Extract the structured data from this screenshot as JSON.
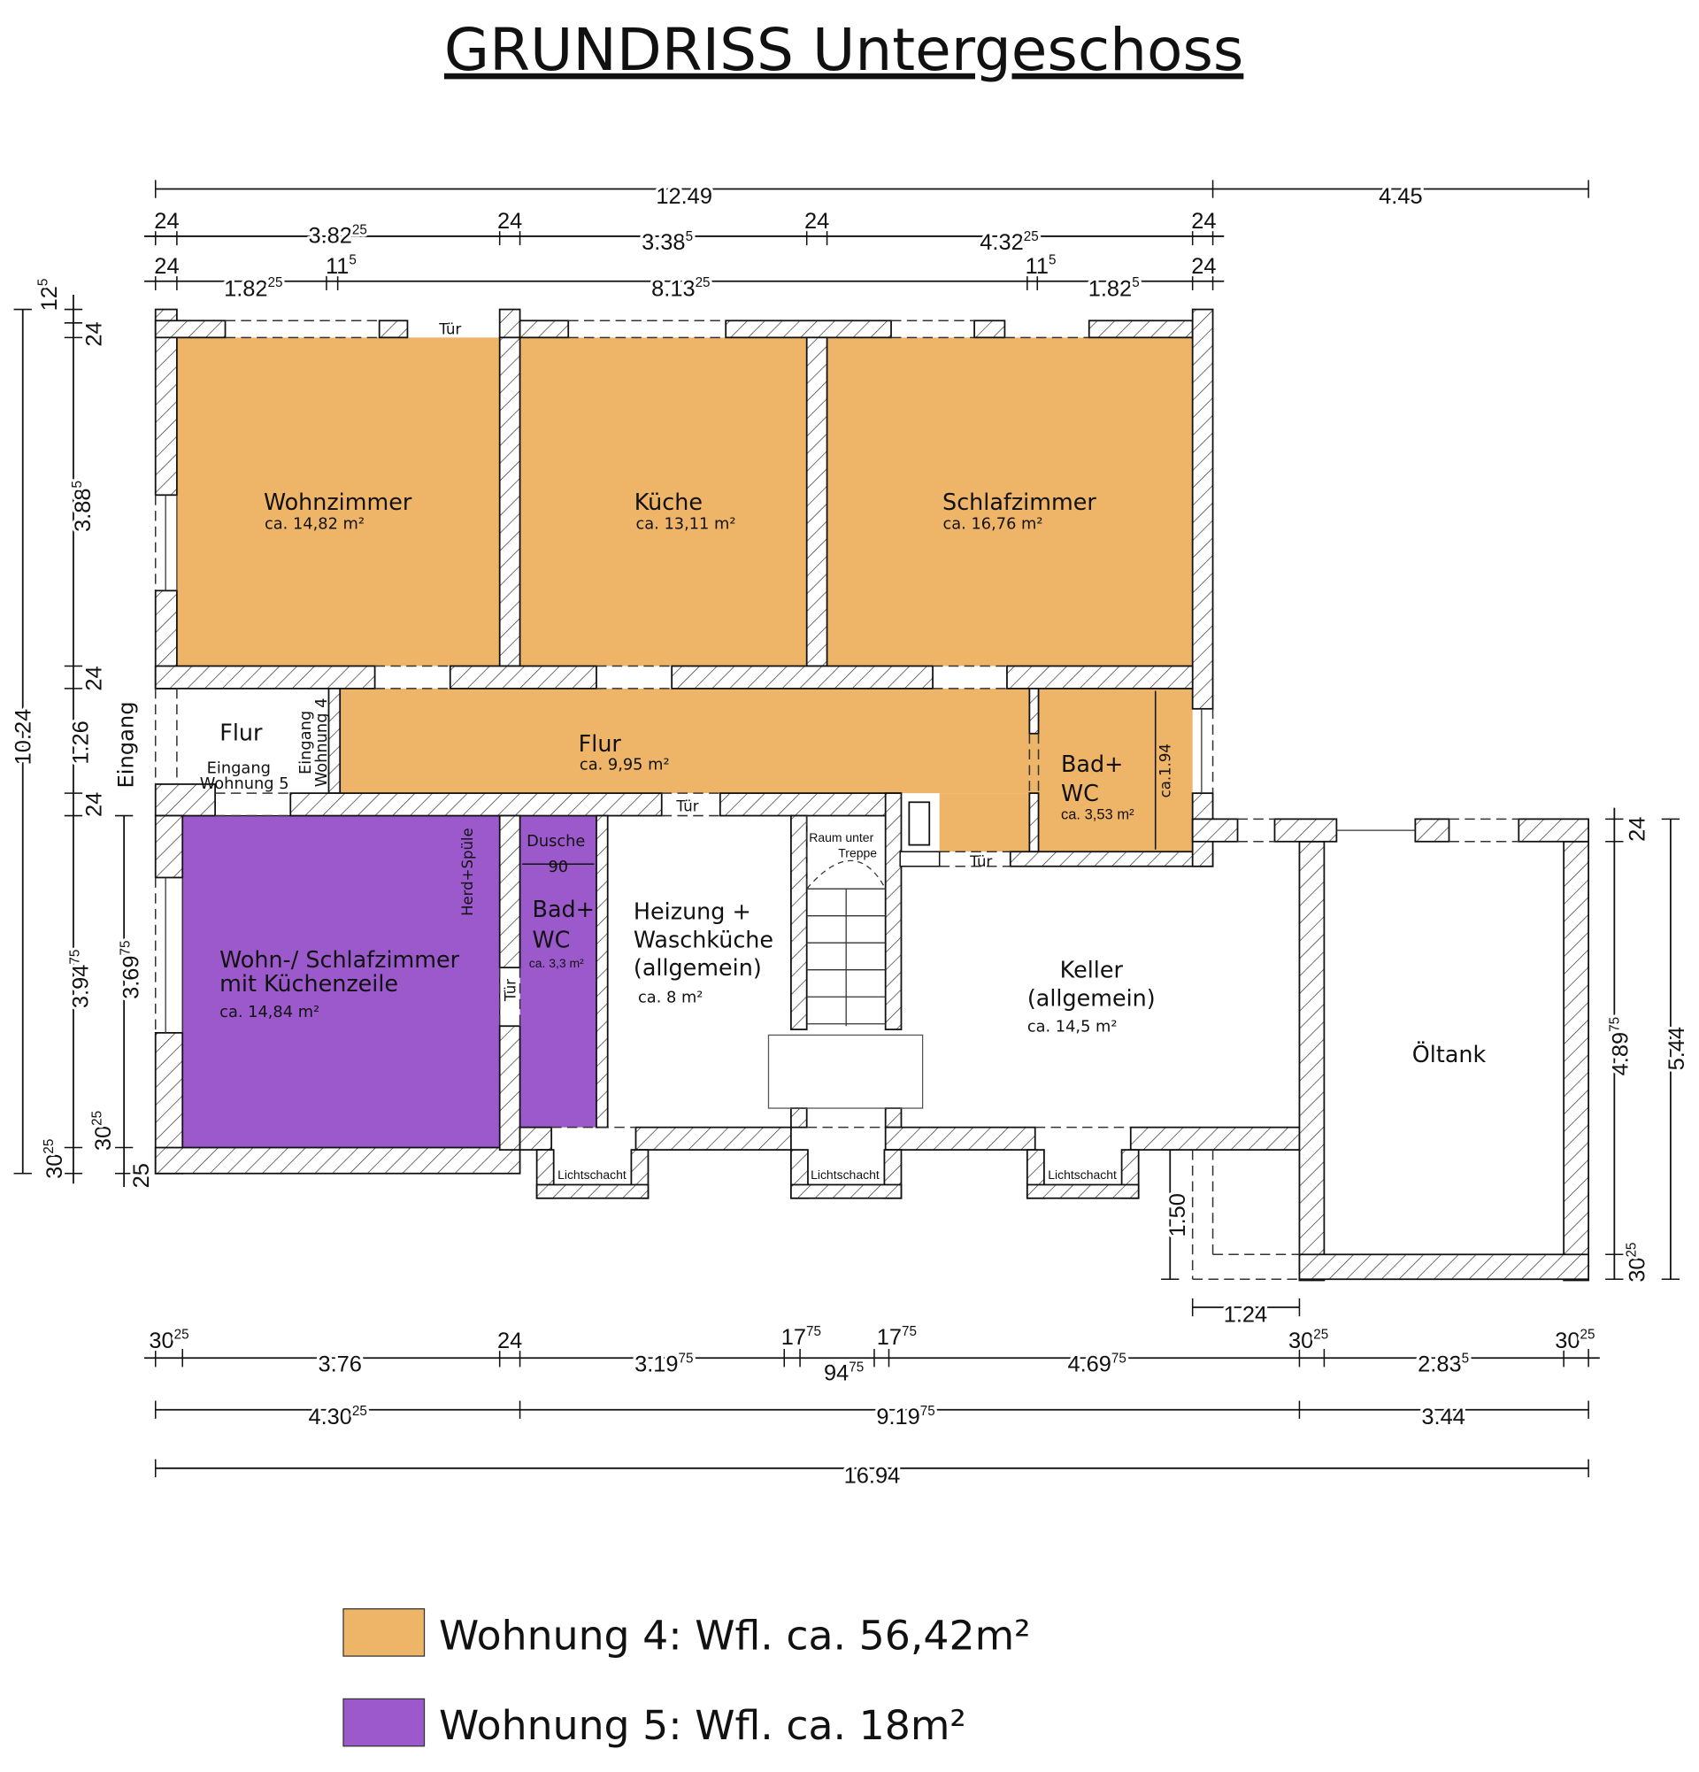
{
  "title": "GRUNDRISS Untergeschoss",
  "colors": {
    "wohnung4": "#EEB467",
    "wohnung5": "#9B59CC",
    "wall_line": "#111111"
  },
  "rooms": {
    "wohnzimmer": {
      "name": "Wohnzimmer",
      "area": "ca. 14,82 m²"
    },
    "kueche": {
      "name": "Küche",
      "area": "ca. 13,11 m²"
    },
    "schlafzimmer": {
      "name": "Schlafzimmer",
      "area": "ca. 16,76 m²"
    },
    "flur5": {
      "name": "Flur",
      "line1": "Eingang",
      "line2": "Wohnung 5"
    },
    "eingang4": {
      "line1": "Eingang",
      "line2": "Wohnung 4"
    },
    "flur4": {
      "name": "Flur",
      "area": "ca. 9,95 m²"
    },
    "bad4": {
      "line1": "Bad+",
      "line2": "WC",
      "area": "ca. 3,53 m²",
      "dim": "ca.1.94"
    },
    "wohn5": {
      "line1": "Wohn-/ Schlafzimmer",
      "line2": "mit Küchenzeile",
      "area": "ca. 14,84 m²",
      "herd": "Herd+Spüle"
    },
    "bad5": {
      "dusche": "Dusche",
      "dusche_width": "90",
      "line1": "Bad+",
      "line2": "WC",
      "area": "ca. 3,3 m²"
    },
    "heizung": {
      "line1": "Heizung +",
      "line2": "Waschküche",
      "line3": "(allgemein)",
      "area": "ca. 8 m²"
    },
    "treppe": {
      "line1": "Raum unter",
      "line2": "Treppe"
    },
    "keller": {
      "line1": "Keller",
      "line2": "(allgemein)",
      "area": "ca. 14,5 m²"
    },
    "oeltank": {
      "name": "Öltank"
    },
    "lichtschacht": "Lichtschacht",
    "tuer": "Tür",
    "eingang": "Eingang"
  },
  "dimensions": {
    "top_row1": [
      {
        "m": "12.49",
        "s": ""
      },
      {
        "m": "4.45",
        "s": ""
      }
    ],
    "top_row2": [
      {
        "m": "24",
        "s": ""
      },
      {
        "m": "3.82",
        "s": "25"
      },
      {
        "m": "24",
        "s": ""
      },
      {
        "m": "3.38",
        "s": "5"
      },
      {
        "m": "24",
        "s": ""
      },
      {
        "m": "4.32",
        "s": "25"
      },
      {
        "m": "24",
        "s": ""
      }
    ],
    "top_row3": [
      {
        "m": "24",
        "s": ""
      },
      {
        "m": "1.82",
        "s": "25"
      },
      {
        "m": "11",
        "s": "5"
      },
      {
        "m": "8.13",
        "s": "25"
      },
      {
        "m": "11",
        "s": "5"
      },
      {
        "m": "1.82",
        "s": "5"
      },
      {
        "m": "24",
        "s": ""
      }
    ],
    "left_outer": {
      "m": "10.24",
      "s": ""
    },
    "left_inner": [
      {
        "m": "12",
        "s": "5"
      },
      {
        "m": "24",
        "s": ""
      },
      {
        "m": "3.88",
        "s": "5"
      },
      {
        "m": "24",
        "s": ""
      },
      {
        "m": "1.26",
        "s": ""
      },
      {
        "m": "24",
        "s": ""
      },
      {
        "m": "3.94",
        "s": "75"
      },
      {
        "m": "30",
        "s": "25"
      }
    ],
    "left_third": [
      {
        "m": "3.69",
        "s": "75"
      },
      {
        "m": "30",
        "s": "25"
      },
      {
        "m": "25",
        "s": ""
      }
    ],
    "right_inner": [
      {
        "m": "24",
        "s": ""
      },
      {
        "m": "4.89",
        "s": "75"
      },
      {
        "m": "30",
        "s": "25"
      }
    ],
    "right_outer": {
      "m": "5.44",
      "s": ""
    },
    "anbau_height": "1.50",
    "anbau_width": "1.24",
    "bottom_row1": [
      {
        "m": "30",
        "s": "25"
      },
      {
        "m": "3.76",
        "s": ""
      },
      {
        "m": "24",
        "s": ""
      },
      {
        "m": "3.19",
        "s": "75"
      },
      {
        "m": "17",
        "s": "75"
      },
      {
        "m": "94",
        "s": "75"
      },
      {
        "m": "17",
        "s": "75"
      },
      {
        "m": "4.69",
        "s": "75"
      },
      {
        "m": "30",
        "s": "25"
      },
      {
        "m": "2.83",
        "s": "5"
      },
      {
        "m": "30",
        "s": "25"
      }
    ],
    "bottom_row2": [
      {
        "m": "4.30",
        "s": "25"
      },
      {
        "m": "9.19",
        "s": "75"
      },
      {
        "m": "3.44",
        "s": ""
      }
    ],
    "bottom_row3": [
      {
        "m": "16.94",
        "s": ""
      }
    ]
  },
  "legend": [
    {
      "label": "Wohnung 4: Wfl. ca. 56,42m²"
    },
    {
      "label": "Wohnung 5: Wfl. ca. 18m²"
    }
  ]
}
